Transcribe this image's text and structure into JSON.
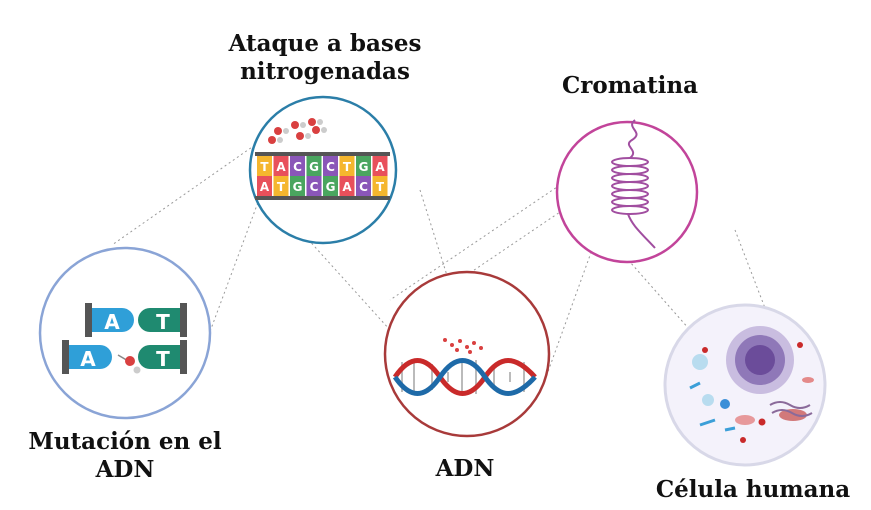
{
  "labels": {
    "ataque_line1": "Ataque a bases",
    "ataque_line2": "nitrogenadas",
    "cromatina": "Cromatina",
    "mutacion_line1": "Mutación en el",
    "mutacion_line2": "ADN",
    "adn": "ADN",
    "celula": "Célula humana"
  },
  "bases": {
    "top_strand": [
      "T",
      "A",
      "C",
      "G",
      "C",
      "T",
      "G",
      "A"
    ],
    "bottom_strand": [
      "A",
      "T",
      "G",
      "C",
      "G",
      "A",
      "C",
      "T"
    ],
    "mutation_pair1": [
      "A",
      "T"
    ],
    "mutation_pair2": [
      "A",
      "T"
    ]
  },
  "colors": {
    "ataque_circle": "#2b7ea8",
    "cromatina_circle": "#c2449a",
    "mutacion_circle": "#8aa4d6",
    "adn_circle": "#a83a3a",
    "celula_circle": "#d8d8e8",
    "base_A": "#e8505b",
    "base_T": "#f5b62e",
    "base_G": "#4aa55f",
    "base_C": "#8a56b8",
    "mutation_A": "#2f9fd8",
    "mutation_T": "#1f8a70",
    "helix_red": "#c92a2a",
    "helix_blue": "#1e6aa8",
    "chromatin": "#a14ea0",
    "nucleus": "#6b4c9a"
  },
  "icons": [
    "connector-line",
    "radical-icon",
    "helix-icon",
    "chromatin-icon",
    "cell-icon"
  ]
}
